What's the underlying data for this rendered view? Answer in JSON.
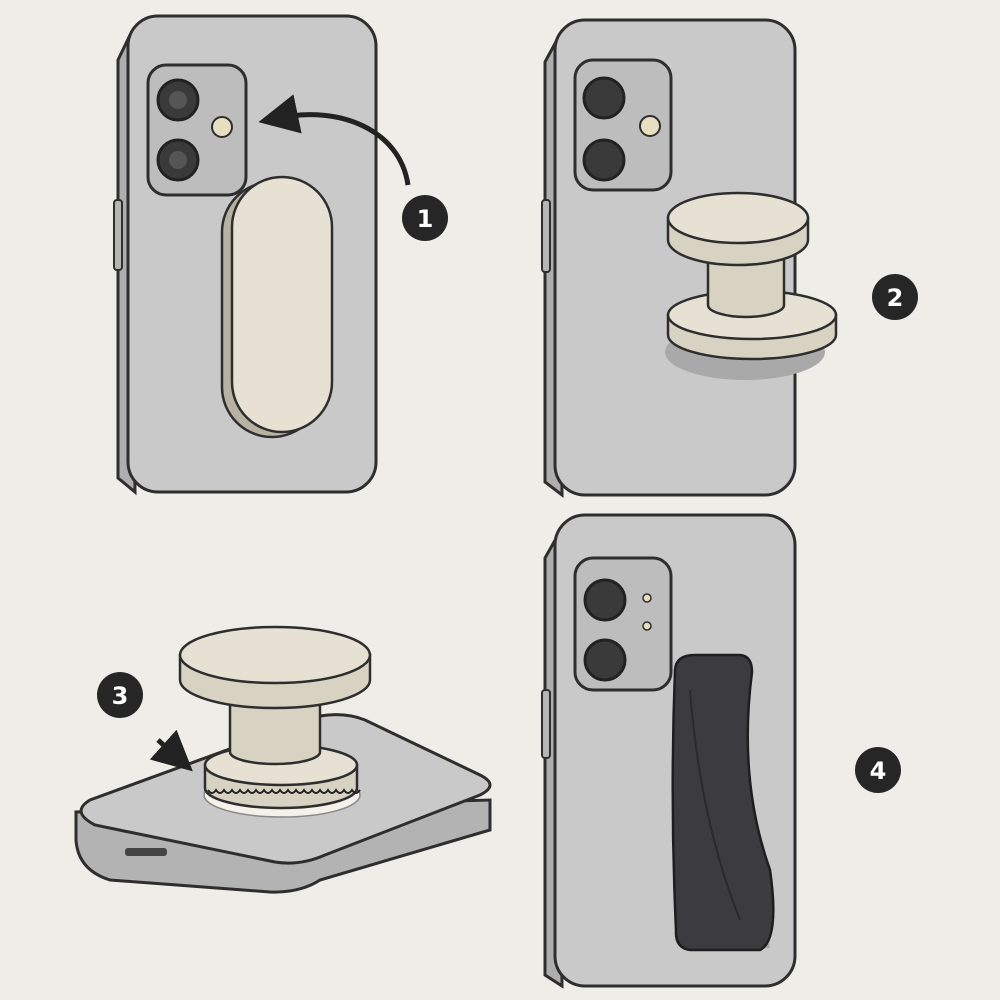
{
  "steps": [
    {
      "number": "1"
    },
    {
      "number": "2"
    },
    {
      "number": "3"
    },
    {
      "number": "4"
    }
  ],
  "colors": {
    "background": "#efede7",
    "phone": "#c9c9c9",
    "outline": "#2e2e2e",
    "grip": "#e6e1d3",
    "badge": "#262626",
    "strap": "#3c3c3e"
  }
}
